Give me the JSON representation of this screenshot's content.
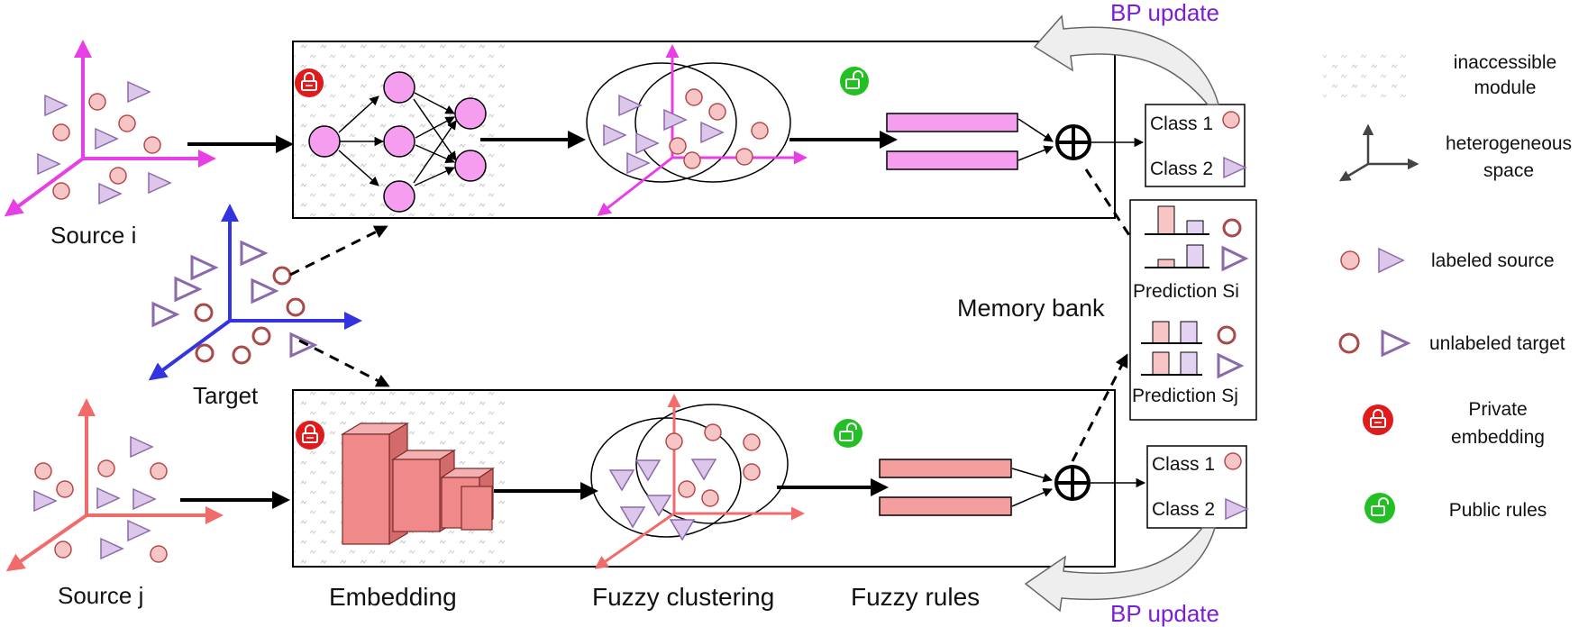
{
  "labels": {
    "source_i": "Source i",
    "source_j": "Source j",
    "target": "Target",
    "embedding": "Embedding",
    "fuzzy_clustering": "Fuzzy clustering",
    "fuzzy_rules": "Fuzzy rules",
    "memory_bank": "Memory bank",
    "bp_update_top": "BP update",
    "bp_update_bottom": "BP update",
    "class1_top": "Class 1",
    "class2_top": "Class 2",
    "class1_bottom": "Class 1",
    "class2_bottom": "Class 2",
    "prediction_si": "Prediction Si",
    "prediction_sj": "Prediction Sj"
  },
  "legend": {
    "inaccessible_line1": "inaccessible",
    "inaccessible_line2": "module",
    "heterogeneous_line1": "heterogeneous",
    "heterogeneous_line2": "space",
    "labeled_source": "labeled source",
    "unlabeled_target": "unlabeled target",
    "private_line1": "Private",
    "private_line2": "embedding",
    "public_rules": "Public rules"
  },
  "colors": {
    "source_i_axis": "#e83ee6",
    "source_j_axis": "#f26b6b",
    "target_axis": "#3333e0",
    "neuron_fill": "#f59ef0",
    "rule_bar_top": "#f59ef0",
    "rule_bar_bottom": "#f59e9e",
    "labeled_circle": "#f7c5c5",
    "labeled_triangle": "#dcc7ea",
    "unlabeled_circle_stroke": "#a94a4a",
    "unlabeled_triangle_stroke": "#8a6aaa",
    "private_lock": "#e01b1b",
    "public_lock": "#22c023",
    "bp_text": "#7a1fd6"
  },
  "icons": [
    "lock-icon",
    "unlock-icon",
    "axes-icon",
    "sum-node-icon"
  ]
}
